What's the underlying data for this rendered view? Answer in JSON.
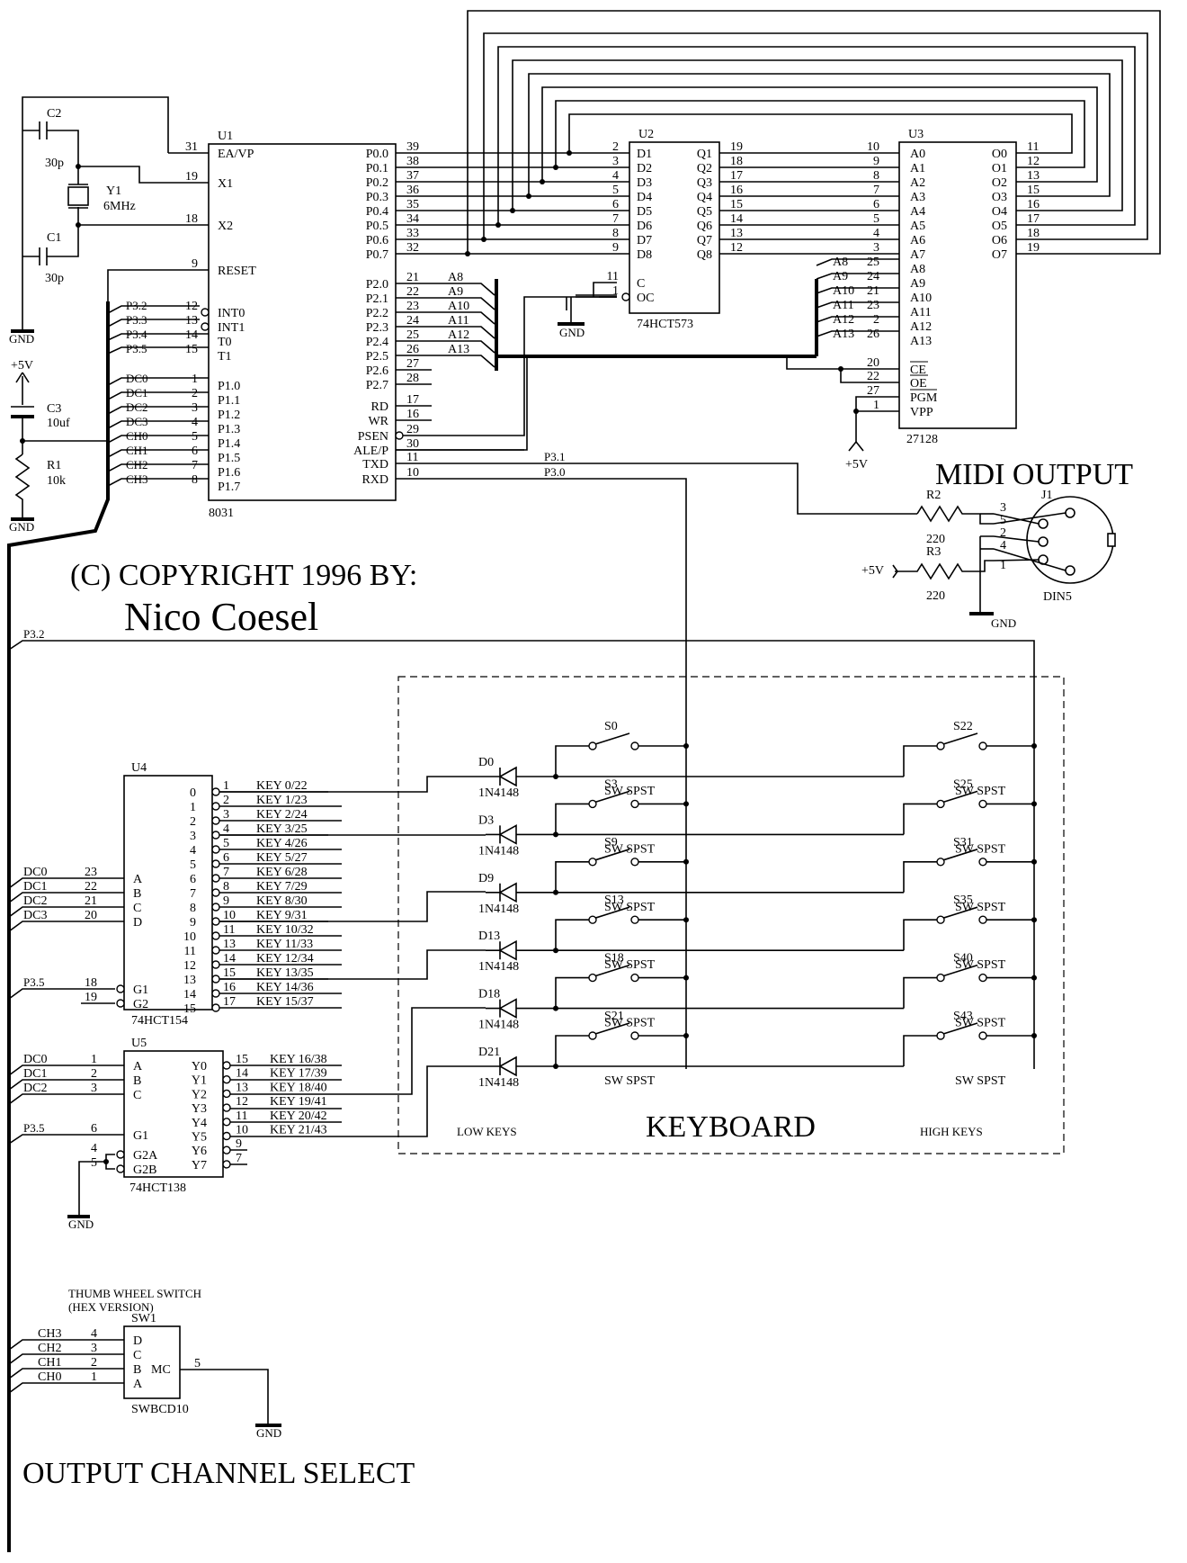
{
  "texts": {
    "copyright": "(C) COPYRIGHT 1996 BY:",
    "author": "Nico Coesel",
    "midi_output": "MIDI OUTPUT",
    "keyboard": "KEYBOARD",
    "low_keys": "LOW KEYS",
    "high_keys": "HIGH KEYS",
    "output_channel_select": "OUTPUT CHANNEL SELECT",
    "thumb_wheel_1": "THUMB WHEEL SWITCH",
    "thumb_wheel_2": "(HEX VERSION)"
  },
  "components": {
    "u1": {
      "ref": "U1",
      "part": "8031"
    },
    "u2": {
      "ref": "U2",
      "part": "74HCT573"
    },
    "u3": {
      "ref": "U3",
      "part": "27128"
    },
    "u4": {
      "ref": "U4",
      "part": "74HCT154"
    },
    "u5": {
      "ref": "U5",
      "part": "74HCT138"
    },
    "sw1": {
      "ref": "SW1",
      "part": "SWBCD10",
      "mc": "MC"
    },
    "c1": {
      "ref": "C1",
      "value": "30p"
    },
    "c2": {
      "ref": "C2",
      "value": "30p"
    },
    "c3": {
      "ref": "C3",
      "value": "10uf"
    },
    "y1": {
      "ref": "Y1",
      "value": "6MHz"
    },
    "r1": {
      "ref": "R1",
      "value": "10k"
    },
    "r2": {
      "ref": "R2",
      "value": "220"
    },
    "r3": {
      "ref": "R3",
      "value": "220"
    },
    "j1": {
      "ref": "J1",
      "part": "DIN5"
    }
  },
  "labels": {
    "gnd": "GND",
    "vcc": "+5V",
    "p31": "P3.1",
    "p30": "P3.0",
    "p32": "P3.2",
    "p35": "P3.5"
  },
  "u1_left": [
    {
      "pin": "31",
      "name": "EA/VP"
    },
    {
      "pin": "19",
      "name": "X1"
    },
    {
      "pin": "18",
      "name": "X2"
    },
    {
      "pin": "9",
      "name": "RESET"
    },
    {
      "pin": "12",
      "name": "INT0",
      "net": "P3.2"
    },
    {
      "pin": "13",
      "name": "INT1",
      "net": "P3.3"
    },
    {
      "pin": "14",
      "name": "T0",
      "net": "P3.4"
    },
    {
      "pin": "15",
      "name": "T1",
      "net": "P3.5"
    },
    {
      "pin": "1",
      "name": "P1.0",
      "net": "DC0"
    },
    {
      "pin": "2",
      "name": "P1.1",
      "net": "DC1"
    },
    {
      "pin": "3",
      "name": "P1.2",
      "net": "DC2"
    },
    {
      "pin": "4",
      "name": "P1.3",
      "net": "DC3"
    },
    {
      "pin": "5",
      "name": "P1.4",
      "net": "CH0"
    },
    {
      "pin": "6",
      "name": "P1.5",
      "net": "CH1"
    },
    {
      "pin": "7",
      "name": "P1.6",
      "net": "CH2"
    },
    {
      "pin": "8",
      "name": "P1.7",
      "net": "CH3"
    }
  ],
  "u1_right": [
    {
      "pin": "39",
      "name": "P0.0"
    },
    {
      "pin": "38",
      "name": "P0.1"
    },
    {
      "pin": "37",
      "name": "P0.2"
    },
    {
      "pin": "36",
      "name": "P0.3"
    },
    {
      "pin": "35",
      "name": "P0.4"
    },
    {
      "pin": "34",
      "name": "P0.5"
    },
    {
      "pin": "33",
      "name": "P0.6"
    },
    {
      "pin": "32",
      "name": "P0.7"
    },
    {
      "pin": "21",
      "name": "P2.0",
      "net": "A8"
    },
    {
      "pin": "22",
      "name": "P2.1",
      "net": "A9"
    },
    {
      "pin": "23",
      "name": "P2.2",
      "net": "A10"
    },
    {
      "pin": "24",
      "name": "P2.3",
      "net": "A11"
    },
    {
      "pin": "25",
      "name": "P2.4",
      "net": "A12"
    },
    {
      "pin": "26",
      "name": "P2.5",
      "net": "A13"
    },
    {
      "pin": "27",
      "name": "P2.6"
    },
    {
      "pin": "28",
      "name": "P2.7"
    },
    {
      "pin": "17",
      "name": "RD"
    },
    {
      "pin": "16",
      "name": "WR"
    },
    {
      "pin": "29",
      "name": "PSEN"
    },
    {
      "pin": "30",
      "name": "ALE/P"
    },
    {
      "pin": "11",
      "name": "TXD",
      "net": "P3.1"
    },
    {
      "pin": "10",
      "name": "RXD",
      "net": "P3.0"
    }
  ],
  "u2_left": [
    {
      "pin": "2",
      "name": "D1"
    },
    {
      "pin": "3",
      "name": "D2"
    },
    {
      "pin": "4",
      "name": "D3"
    },
    {
      "pin": "5",
      "name": "D4"
    },
    {
      "pin": "6",
      "name": "D5"
    },
    {
      "pin": "7",
      "name": "D6"
    },
    {
      "pin": "8",
      "name": "D7"
    },
    {
      "pin": "9",
      "name": "D8"
    },
    {
      "pin": "11",
      "name": "C"
    },
    {
      "pin": "1",
      "name": "OC"
    }
  ],
  "u2_right": [
    {
      "pin": "19",
      "name": "Q1"
    },
    {
      "pin": "18",
      "name": "Q2"
    },
    {
      "pin": "17",
      "name": "Q3"
    },
    {
      "pin": "16",
      "name": "Q4"
    },
    {
      "pin": "15",
      "name": "Q5"
    },
    {
      "pin": "14",
      "name": "Q6"
    },
    {
      "pin": "13",
      "name": "Q7"
    },
    {
      "pin": "12",
      "name": "Q8"
    }
  ],
  "u3_left": [
    {
      "pin": "10",
      "name": "A0"
    },
    {
      "pin": "9",
      "name": "A1"
    },
    {
      "pin": "8",
      "name": "A2"
    },
    {
      "pin": "7",
      "name": "A3"
    },
    {
      "pin": "6",
      "name": "A4"
    },
    {
      "pin": "5",
      "name": "A5"
    },
    {
      "pin": "4",
      "name": "A6"
    },
    {
      "pin": "3",
      "name": "A7"
    },
    {
      "pin": "25",
      "name": "A8",
      "net": "A8"
    },
    {
      "pin": "24",
      "name": "A9",
      "net": "A9"
    },
    {
      "pin": "21",
      "name": "A10",
      "net": "A10"
    },
    {
      "pin": "23",
      "name": "A11",
      "net": "A11"
    },
    {
      "pin": "2",
      "name": "A12",
      "net": "A12"
    },
    {
      "pin": "26",
      "name": "A13",
      "net": "A13"
    },
    {
      "pin": "20",
      "name": "CE"
    },
    {
      "pin": "22",
      "name": "OE"
    },
    {
      "pin": "27",
      "name": "PGM"
    },
    {
      "pin": "1",
      "name": "VPP"
    }
  ],
  "u3_right": [
    {
      "pin": "11",
      "name": "O0"
    },
    {
      "pin": "12",
      "name": "O1"
    },
    {
      "pin": "13",
      "name": "O2"
    },
    {
      "pin": "15",
      "name": "O3"
    },
    {
      "pin": "16",
      "name": "O4"
    },
    {
      "pin": "17",
      "name": "O5"
    },
    {
      "pin": "18",
      "name": "O6"
    },
    {
      "pin": "19",
      "name": "O7"
    }
  ],
  "u4_inputs": [
    {
      "pin": "23",
      "name": "A",
      "net": "DC0"
    },
    {
      "pin": "22",
      "name": "B",
      "net": "DC1"
    },
    {
      "pin": "21",
      "name": "C",
      "net": "DC2"
    },
    {
      "pin": "20",
      "name": "D",
      "net": "DC3"
    },
    {
      "pin": "18",
      "name": "G1",
      "net": "P3.5"
    },
    {
      "pin": "19",
      "name": "G2"
    }
  ],
  "u4_outputs": [
    {
      "num": "0",
      "pin": "1",
      "key": "KEY 0/22"
    },
    {
      "num": "1",
      "pin": "2",
      "key": "KEY 1/23"
    },
    {
      "num": "2",
      "pin": "3",
      "key": "KEY 2/24"
    },
    {
      "num": "3",
      "pin": "4",
      "key": "KEY 3/25"
    },
    {
      "num": "4",
      "pin": "5",
      "key": "KEY 4/26"
    },
    {
      "num": "5",
      "pin": "6",
      "key": "KEY 5/27"
    },
    {
      "num": "6",
      "pin": "7",
      "key": "KEY 6/28"
    },
    {
      "num": "7",
      "pin": "8",
      "key": "KEY 7/29"
    },
    {
      "num": "8",
      "pin": "9",
      "key": "KEY 8/30"
    },
    {
      "num": "9",
      "pin": "10",
      "key": "KEY 9/31"
    },
    {
      "num": "10",
      "pin": "11",
      "key": "KEY 10/32"
    },
    {
      "num": "11",
      "pin": "13",
      "key": "KEY 11/33"
    },
    {
      "num": "12",
      "pin": "14",
      "key": "KEY 12/34"
    },
    {
      "num": "13",
      "pin": "15",
      "key": "KEY 13/35"
    },
    {
      "num": "14",
      "pin": "16",
      "key": "KEY 14/36"
    },
    {
      "num": "15",
      "pin": "17",
      "key": "KEY 15/37"
    }
  ],
  "u5_inputs": [
    {
      "pin": "1",
      "name": "A",
      "net": "DC0"
    },
    {
      "pin": "2",
      "name": "B",
      "net": "DC1"
    },
    {
      "pin": "3",
      "name": "C",
      "net": "DC2"
    },
    {
      "pin": "6",
      "name": "G1",
      "net": "P3.5"
    },
    {
      "pin": "4",
      "name": "G2A"
    },
    {
      "pin": "5",
      "name": "G2B"
    }
  ],
  "u5_outputs": [
    {
      "name": "Y0",
      "pin": "15",
      "key": "KEY 16/38"
    },
    {
      "name": "Y1",
      "pin": "14",
      "key": "KEY 17/39"
    },
    {
      "name": "Y2",
      "pin": "13",
      "key": "KEY 18/40"
    },
    {
      "name": "Y3",
      "pin": "12",
      "key": "KEY 19/41"
    },
    {
      "name": "Y4",
      "pin": "11",
      "key": "KEY 20/42"
    },
    {
      "name": "Y5",
      "pin": "10",
      "key": "KEY 21/43"
    },
    {
      "name": "Y6",
      "pin": "9",
      "key": ""
    },
    {
      "name": "Y7",
      "pin": "7",
      "key": ""
    }
  ],
  "sw1_pins": [
    {
      "pin": "4",
      "name": "D",
      "net": "CH3"
    },
    {
      "pin": "3",
      "name": "C",
      "net": "CH2"
    },
    {
      "pin": "2",
      "name": "B",
      "net": "CH1"
    },
    {
      "pin": "1",
      "name": "A",
      "net": "CH0"
    }
  ],
  "sw1_out_pin": "5",
  "din_pins": [
    "3",
    "5",
    "2",
    "4",
    "1"
  ],
  "keyboard_rows": [
    {
      "diode": "D0",
      "diode_type": "1N4148",
      "sw_low": "S0",
      "sw_high": "S22",
      "sw_type": "SW SPST"
    },
    {
      "diode": "D3",
      "diode_type": "1N4148",
      "sw_low": "S3",
      "sw_high": "S25",
      "sw_type": "SW SPST"
    },
    {
      "diode": "D9",
      "diode_type": "1N4148",
      "sw_low": "S9",
      "sw_high": "S31",
      "sw_type": "SW SPST"
    },
    {
      "diode": "D13",
      "diode_type": "1N4148",
      "sw_low": "S13",
      "sw_high": "S35",
      "sw_type": "SW SPST"
    },
    {
      "diode": "D18",
      "diode_type": "1N4148",
      "sw_low": "S18",
      "sw_high": "S40",
      "sw_type": "SW SPST"
    },
    {
      "diode": "D21",
      "diode_type": "1N4148",
      "sw_low": "S21",
      "sw_high": "S43",
      "sw_type": "SW SPST"
    }
  ]
}
